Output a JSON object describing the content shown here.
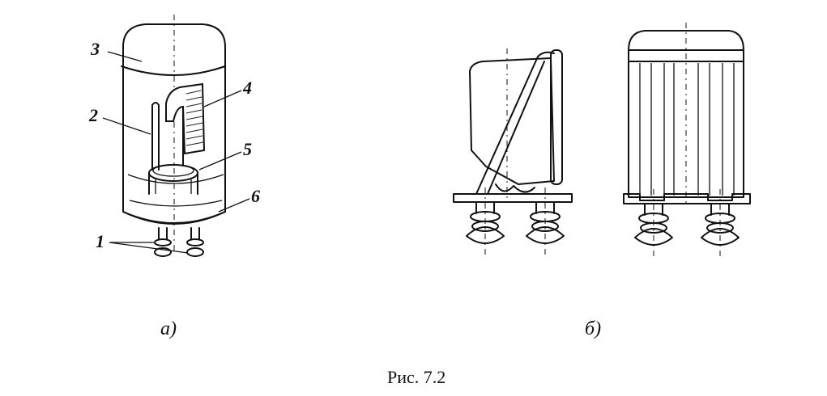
{
  "figure": {
    "labels": {
      "l1": "1",
      "l2": "2",
      "l3": "3",
      "l4": "4",
      "l5": "5",
      "l6": "6"
    },
    "sub_a": "а)",
    "sub_b": "б)",
    "caption": "Рис. 7.2"
  }
}
